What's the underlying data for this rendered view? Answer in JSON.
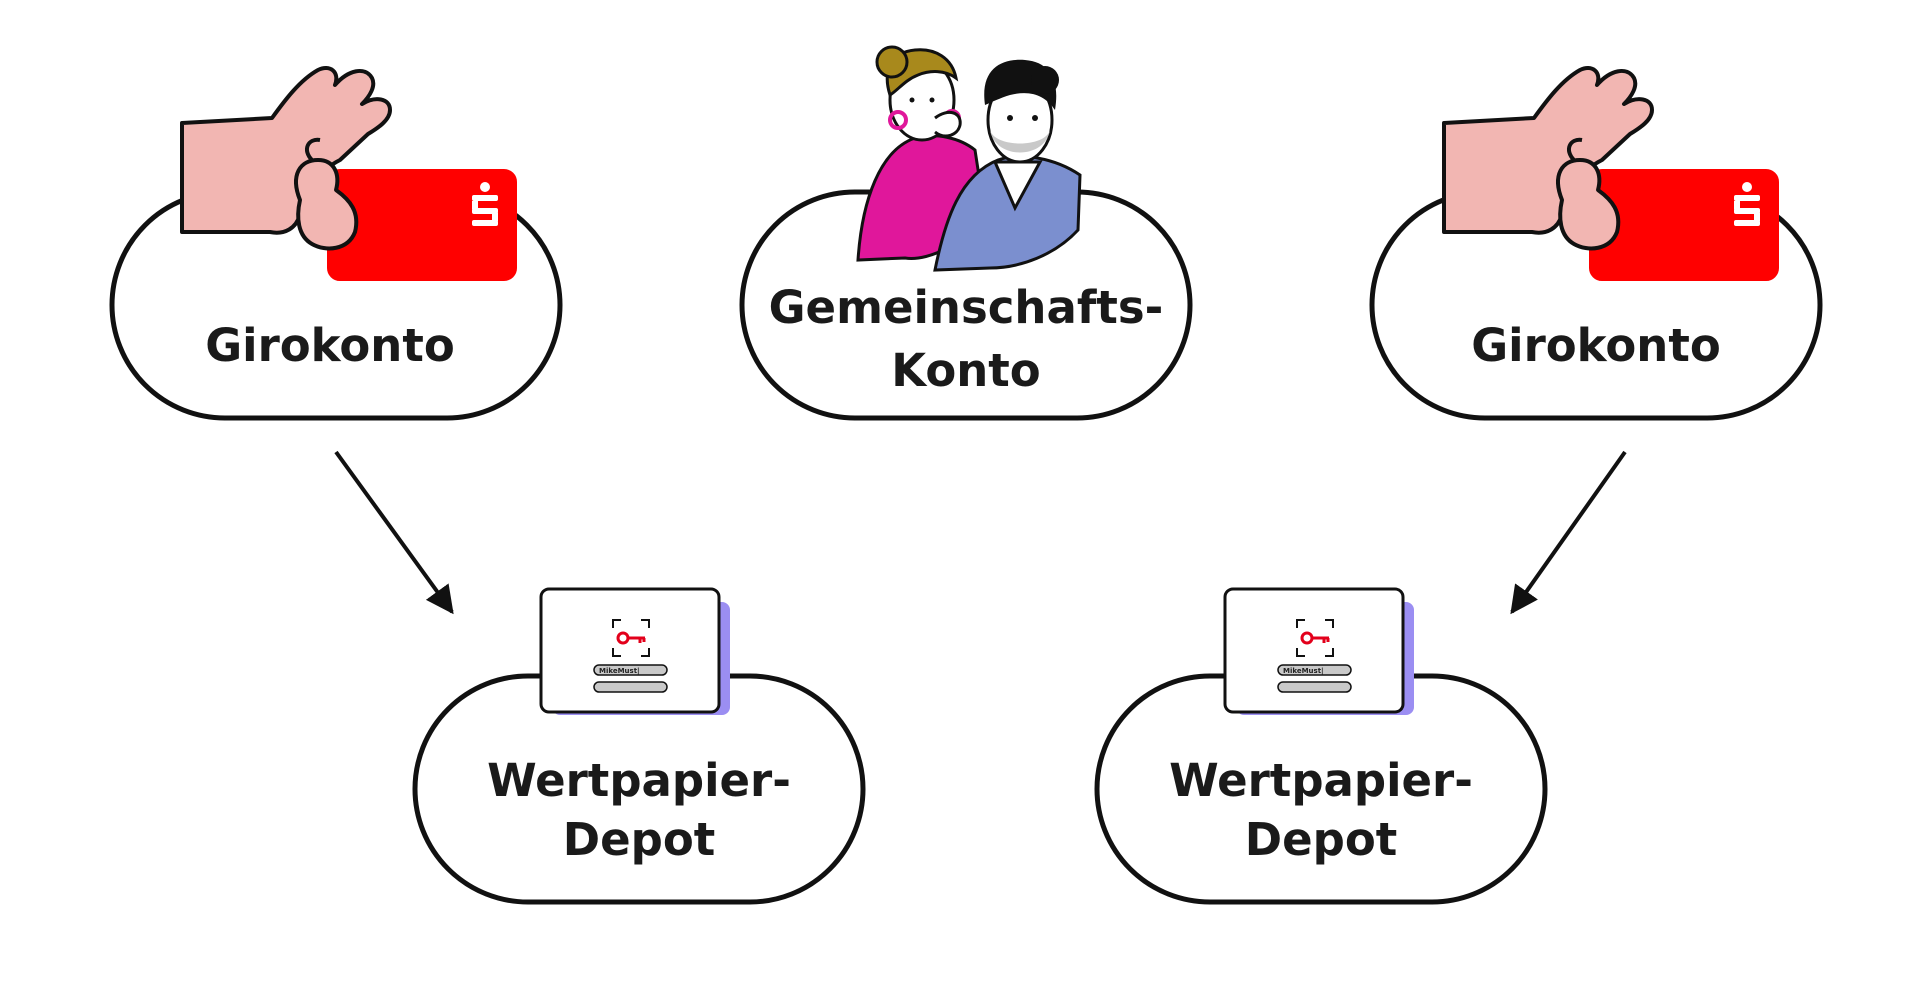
{
  "diagram": {
    "nodes": {
      "giro_left": {
        "label": "Girokonto",
        "icon": "hand-holding-card-icon"
      },
      "joint": {
        "label_line1": "Gemeinschafts-",
        "label_line2": "Konto",
        "icon": "couple-illustration"
      },
      "giro_right": {
        "label": "Girokonto",
        "icon": "hand-holding-card-icon"
      },
      "depot_left": {
        "label_line1": "Wertpapier-",
        "label_line2": "Depot",
        "icon": "login-key-card-icon",
        "login_text": "MikeMust|"
      },
      "depot_right": {
        "label_line1": "Wertpapier-",
        "label_line2": "Depot",
        "icon": "login-key-card-icon",
        "login_text": "MikeMust|"
      }
    },
    "edges": [
      {
        "from": "giro_left",
        "to": "depot_left"
      },
      {
        "from": "giro_right",
        "to": "depot_right"
      }
    ],
    "colors": {
      "card_red": "#ff0000",
      "skin": "#f2b6b2",
      "outline": "#111111",
      "depot_shadow": "#9b8ef2",
      "woman_top": "#e0179b",
      "man_jacket": "#7b8fcf",
      "woman_hair": "#a8891c",
      "key_red": "#e3001b"
    }
  }
}
